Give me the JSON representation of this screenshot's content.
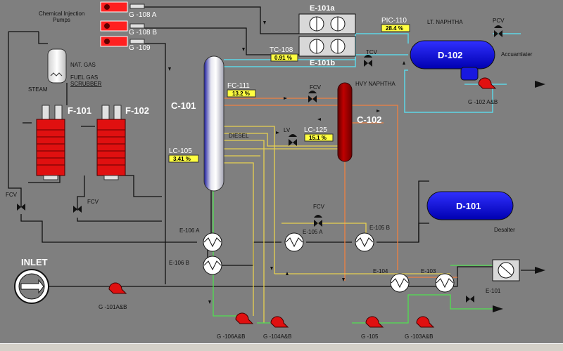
{
  "colors": {
    "background": "#7f7f7f",
    "pipe_dark": "#111111",
    "pipe_cyan": "#5fd6e6",
    "pipe_orange": "#f08040",
    "pipe_yellow": "#e8d050",
    "pipe_green": "#50e050",
    "vessel_blue": "#1818e0",
    "column_red": "#a00000",
    "furnace_red": "#e01010",
    "pump_red": "#e01010",
    "value_box": "#ffff40"
  },
  "pumps_panel": {
    "title_line1": "Chemical Injection",
    "title_line2": "Pumps",
    "items": [
      "G -108 A",
      "G -108 B",
      "G -109"
    ]
  },
  "scrubber": {
    "label_line1": "FUEL GAS",
    "label_line2": "SCRUBBER",
    "nat_gas": "NAT. GAS",
    "steam": "STEAM"
  },
  "furnaces": [
    "F-101",
    "F-102"
  ],
  "columns": {
    "main": "C-101",
    "side": "C-102"
  },
  "exchangers": {
    "e101a": "E-101a",
    "e101b": "E-101b",
    "e106a": "E-106 A",
    "e106b": "E-106 B",
    "e105a": "E-105 A",
    "e105b": "E-105 B",
    "e104": "E-104",
    "e103": "E-103",
    "e101": "E-101"
  },
  "vessels": {
    "d102": "D-102",
    "d102_caption": "Accuamlater",
    "d101": "D-101",
    "d101_caption": "Desalter"
  },
  "streams": {
    "lt_naphtha": "LT. NAPHTHA",
    "hvy_naphtha": "HVY NAPHTHA",
    "diesel": "DIESEL",
    "inlet": "INLET"
  },
  "instruments": {
    "pic110": {
      "tag": "PIC-110",
      "value": "28.4 %"
    },
    "tc108": {
      "tag": "TC-108",
      "value": "0.91 %"
    },
    "fc111": {
      "tag": "FC-111",
      "value": "13.2 %"
    },
    "lc125": {
      "tag": "LC-125",
      "value": "15.1 %"
    },
    "lc105": {
      "tag": "LC-105",
      "value": "3.41 %"
    }
  },
  "valves": {
    "pcv": "PCV",
    "tcv": "TCV",
    "fcv_top": "FCV",
    "lv": "LV",
    "fcv_mid": "FCV",
    "fcv_left1": "FCV",
    "fcv_left2": "FCV"
  },
  "pump_labels": {
    "g102": "G -102 A&B",
    "g101": "G -101A&B",
    "g106": "G -106A&B",
    "g104": "G -104A&B",
    "g105": "G -105",
    "g103": "G -103A&B"
  }
}
